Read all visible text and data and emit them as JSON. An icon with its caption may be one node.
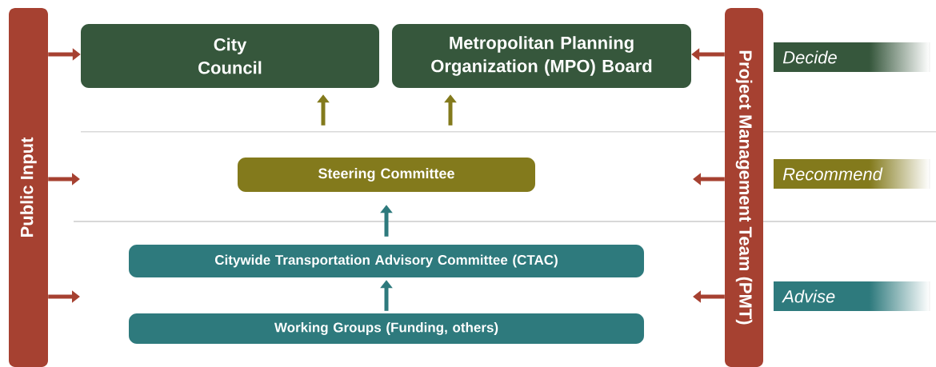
{
  "diagram": {
    "nodes": [
      {
        "text": [
          "Public Input"
        ]
      },
      {
        "text": [
          "City Council"
        ]
      },
      {
        "text": [
          "Metropolitan Planning Organization (MPO) Board"
        ]
      },
      {
        "text": [
          "Project Management Team (PMT)"
        ]
      },
      {
        "text": [
          "Decide"
        ]
      },
      {
        "text": [
          "Steering Committee"
        ]
      },
      {
        "text": [
          "Recommend"
        ]
      },
      {
        "text": [
          "Citywide Transportation Advisory Committee (CTAC)"
        ]
      },
      {
        "text": [
          "Advise"
        ]
      },
      {
        "text": [
          "Working Groups (Funding, others)"
        ]
      }
    ],
    "edges": [
      {
        "from": 0,
        "to": 1,
        "arrow": "to"
      },
      {
        "from": 3,
        "to": 2,
        "arrow": "to"
      },
      {
        "from": 5,
        "to": 1,
        "arrow": "to",
        "color": "#837a1c"
      },
      {
        "from": 5,
        "to": 2,
        "arrow": "to",
        "color": "#837a1c"
      },
      {
        "from": 0,
        "to": null,
        "arrow": "to"
      },
      {
        "from": 3,
        "to": null,
        "arrow": "to"
      },
      {
        "from": 7,
        "to": 5,
        "arrow": "to",
        "color": "#2e7a7d"
      },
      {
        "from": 0,
        "to": null,
        "arrow": "to"
      },
      {
        "from": 3,
        "to": null,
        "arrow": "to"
      },
      {
        "from": 9,
        "to": 7,
        "arrow": "to",
        "color": "#2e7a7d"
      }
    ]
  }
}
